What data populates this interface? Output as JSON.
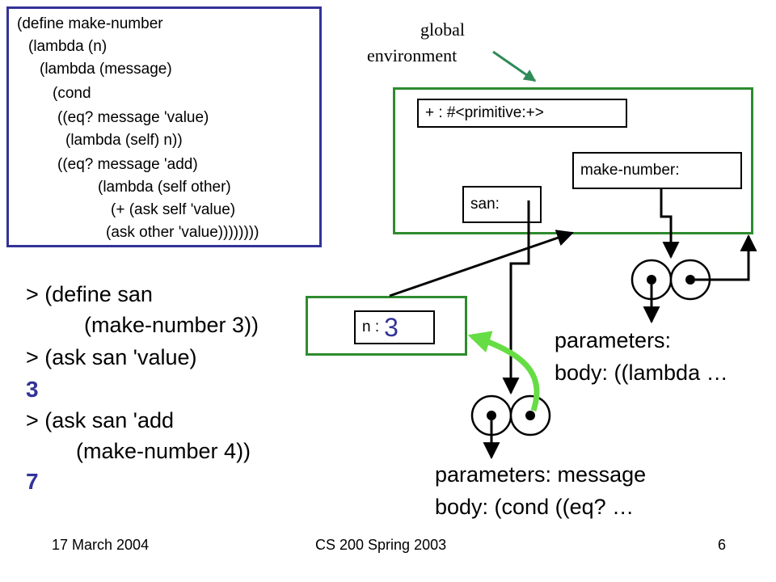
{
  "code": {
    "lines": [
      "(define make-number",
      "(lambda (n)",
      "(lambda (message)",
      "(cond",
      "((eq? message 'value)",
      "(lambda (self) n))",
      "((eq? message 'add)",
      "(lambda (self other)",
      "(+ (ask self 'value)",
      "(ask other 'value))))))))"
    ]
  },
  "global_env": {
    "label_line1": "global",
    "label_line2": "environment",
    "plus_binding": "+ : #<primitive:+>",
    "make_number_binding": "make-number:",
    "san_binding": "san:"
  },
  "frame": {
    "n_label": "n :",
    "n_value": "3"
  },
  "repl": {
    "line1": "> (define san",
    "line2": "(make-number 3))",
    "line3": "> (ask san 'value)",
    "result1": "3",
    "line4": "> (ask san 'add",
    "line5": "(make-number 4))",
    "result2": "7"
  },
  "procedure_outer": {
    "parameters": "parameters:",
    "body": "body: ((lambda …"
  },
  "procedure_inner": {
    "parameters": "parameters: message",
    "body": "body: (cond ((eq? …"
  },
  "footer": {
    "date": "17 March 2004",
    "course": "CS 200 Spring 2003",
    "page": "6"
  },
  "colors": {
    "frame_border": "#2e8b2e",
    "code_border": "#333399",
    "result_text": "#333399",
    "highlight_arrow": "#66dd44"
  }
}
